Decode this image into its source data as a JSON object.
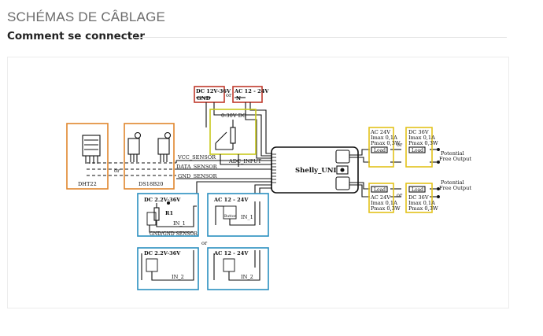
{
  "header": {
    "title": "SCHÉMAS DE CÂBLAGE",
    "subtitle": "Comment se connecter"
  },
  "diagram": {
    "power": {
      "dc_label": "DC 12V-36V",
      "gnd_label": "GND",
      "ac_label": "AC 12 - 24V",
      "n_label": "N",
      "or": "or"
    },
    "analog": {
      "label": "0-30V DC"
    },
    "sensors": {
      "dht_label": "DHT22",
      "ds_label": "DS18B20",
      "or": "or",
      "vcc": "VCC_SENSOR",
      "data": "DATA_SENSOR",
      "gnd": "GND_SENSOR",
      "adc": "ADC_INPUT"
    },
    "device": {
      "name": "Shelly_UNI"
    },
    "inputs": {
      "in1_dc_title": "DC 2.2V-36V",
      "r1": "R1",
      "in1_label": "IN_1",
      "gnd_gnd_sensor": "GND/GND SENSOR",
      "ac_title": "AC 12 - 24V",
      "button": "Button",
      "in1_ac_label": "IN_1",
      "or": "or",
      "in2_dc_title": "DC 2.2V-36V",
      "in2_label": "IN_2",
      "in2_ac_title": "AC 12 - 24V",
      "in2_ac_label": "IN_2"
    },
    "outputs": {
      "ac_title": "AC 24V",
      "imax": "Imax 0,1A",
      "pmax": "Pmax 0,3W",
      "dc_title": "DC 36V",
      "load": "Load",
      "or": "or",
      "potential_free_1": "Potential",
      "potential_free_2": "Free Output"
    }
  },
  "colors": {
    "power_box": "#c0392b",
    "analog_box": "#c8c81e",
    "sensor_box": "#e0862d",
    "input_box": "#2a8fc0",
    "output_box": "#e3c21a"
  }
}
